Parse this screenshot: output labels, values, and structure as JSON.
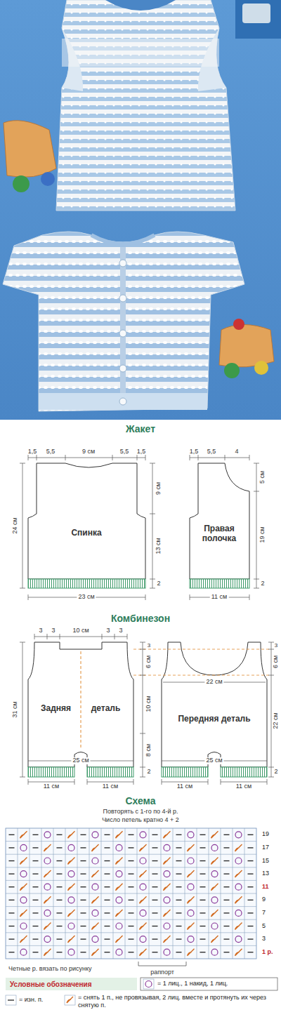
{
  "diagram": {
    "nodes": [
      {
        "text": [
          "Спинка"
        ]
      },
      {
        "text": [
          "Правая полочка"
        ]
      },
      {
        "text": [
          "Задняя",
          "деталь"
        ]
      },
      {
        "text": [
          "Передняя деталь"
        ]
      }
    ],
    "labels": [
      "Жакет",
      "1,5",
      "5,5",
      "9 см",
      "5,5",
      "1,5",
      "24 см",
      "9 см",
      "13 см",
      "2",
      "23 см",
      "1,5",
      "5,5",
      "4",
      "5 см",
      "19 см",
      "2",
      "11 см",
      "Комбинезон",
      "3",
      "3",
      "10 см",
      "3",
      "3",
      "31 см",
      "3",
      "6 см",
      "10 см",
      "8 см",
      "2",
      "25 см",
      "11 см",
      "11 см",
      "22 см",
      "3",
      "6 см",
      "22 см",
      "2",
      "25 см",
      "11 см",
      "11 см",
      "Схема",
      "Повторять с 1-го по 4-й р.",
      "Число петель кратно 4 + 2",
      "19",
      "17",
      "15",
      "13",
      "11",
      "9",
      "7",
      "5",
      "3",
      "1 р.",
      "Четные р. вязать по рисунку",
      "раппорт",
      "Условные обозначения"
    ],
    "legend": [
      {
        "text": "= 1 лиц., 1 накид, 1 лиц."
      },
      {
        "text": "= изн. п."
      },
      {
        "text": "= снять 1 п., не провязывая, 2 лиц. вместе и протянуть их через снятую п."
      }
    ]
  }
}
